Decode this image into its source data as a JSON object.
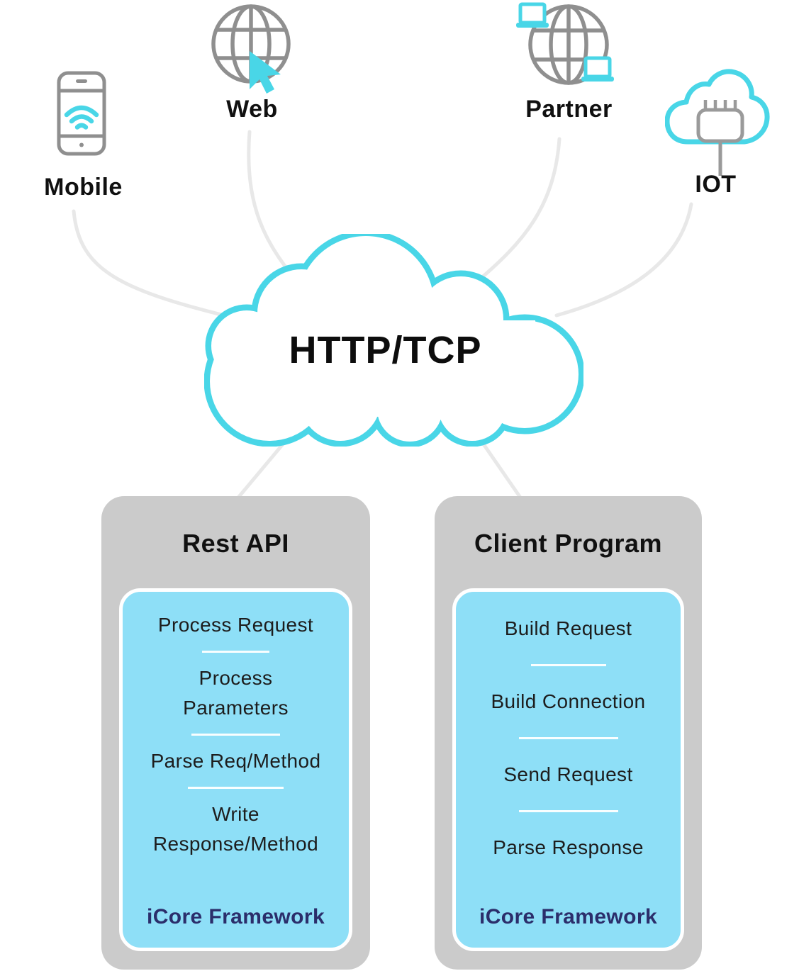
{
  "diagram": {
    "cloud_label": "HTTP/TCP",
    "clients": [
      {
        "label": "Mobile",
        "icon": "smartphone-wifi-icon"
      },
      {
        "label": "Web",
        "icon": "globe-cursor-icon"
      },
      {
        "label": "Partner",
        "icon": "globe-laptops-icon"
      },
      {
        "label": "IOT",
        "icon": "cloud-plug-icon"
      }
    ],
    "panels": {
      "rest": {
        "title": "Rest API",
        "items": [
          "Process Request",
          "Process Parameters",
          "Parse Req/Method",
          "Write Response/Method"
        ],
        "framework": "iCore Framework"
      },
      "client": {
        "title": "Client Program",
        "items": [
          "Build Request",
          "Build Connection",
          "Send Request",
          "Parse Response"
        ],
        "framework": "iCore Framework"
      }
    },
    "colors": {
      "accent_cyan": "#49d6e7",
      "panel_gray": "#cbcbcb",
      "inner_blue": "#8edff7",
      "framework_navy": "#2b2e6b",
      "icon_gray": "#8f8f8f",
      "connector_gray": "#e8e8e8"
    }
  }
}
